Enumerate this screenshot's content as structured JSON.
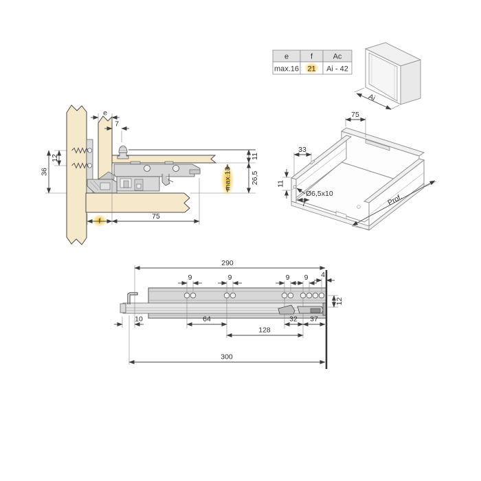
{
  "colors": {
    "highlight": "#F2BE2E",
    "wood": "#F5E8CB",
    "metal": "#D7D7D7",
    "metal_light": "#E7E7E7",
    "dimension_line": "#444444"
  },
  "spec_table": {
    "headers": [
      "e",
      "f",
      "Ac"
    ],
    "values": [
      "max.16",
      "21",
      "Ai - 42"
    ]
  },
  "cabinet_cube": {
    "inner_width_label": "Ai"
  },
  "section_view": {
    "panel_gap": "e",
    "pin_offset": "7",
    "screw_spacing": "12",
    "bracket_height": "36",
    "top_clearance": "11",
    "slide_depth": "26,5",
    "max_adjust": "max.13",
    "front_gap": "f",
    "mount_depth": "75"
  },
  "drawer_iso": {
    "notch_offset": "75",
    "slot_offset": "33",
    "side_height": "11",
    "hole_spec": "Ø6,5x10",
    "hole_offset": "7",
    "depth_label": "Prof."
  },
  "rail_view": {
    "rail_length": "290",
    "hole_pitch": "9",
    "front_hole_gap": "4",
    "rail_height": "12",
    "rear_offset": "10",
    "span_64": "64",
    "span_32": "32",
    "span_37": "37",
    "span_128": "128",
    "overall_length": "300"
  }
}
